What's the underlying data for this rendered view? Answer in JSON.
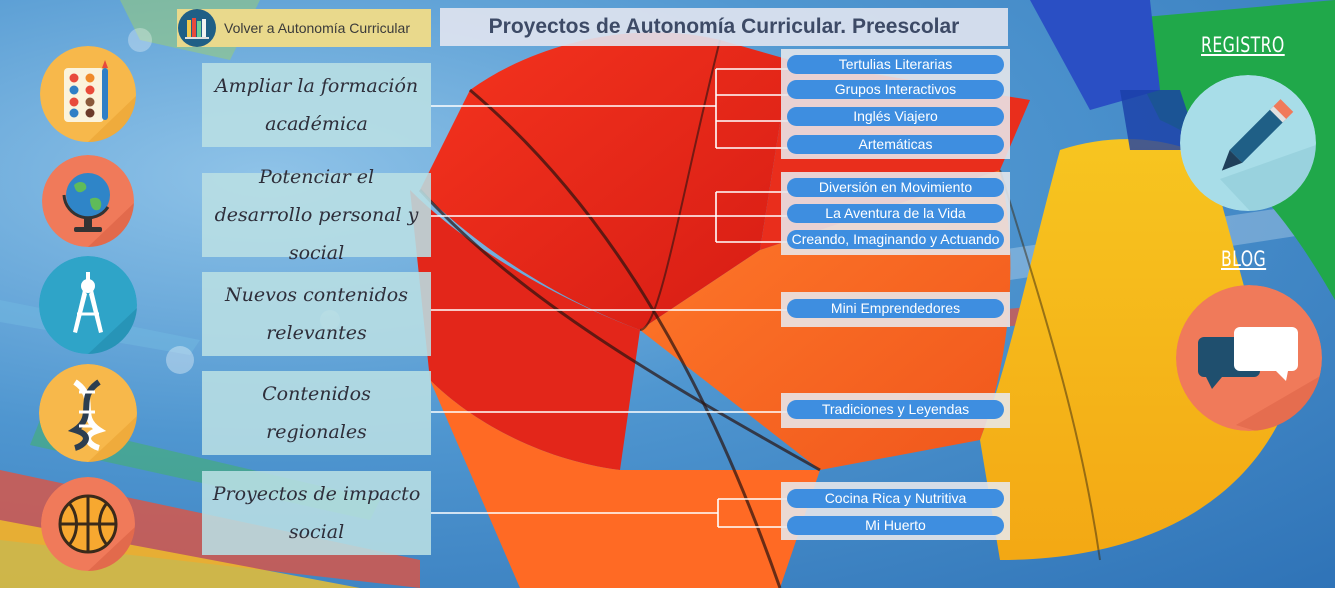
{
  "header": {
    "back_label": "Volver a Autonomía Curricular",
    "title": "Proyectos de Autonomía Curricular. Preescolar"
  },
  "left_icons": [
    "palette-icon",
    "globe-icon",
    "compass-icon",
    "dna-icon",
    "basketball-icon"
  ],
  "categories": [
    {
      "label": "Ampliar la formación académica"
    },
    {
      "label": "Potenciar el desarrollo personal y social"
    },
    {
      "label": "Nuevos contenidos relevantes"
    },
    {
      "label": "Contenidos regionales"
    },
    {
      "label": "Proyectos de impacto social"
    }
  ],
  "projects": [
    [
      "Tertulias Literarias",
      "Grupos Interactivos",
      "Inglés Viajero",
      "Artemáticas"
    ],
    [
      "Diversión en Movimiento",
      "La Aventura de la Vida",
      "Creando, Imaginando y Actuando"
    ],
    [
      "Mini Emprendedores"
    ],
    [
      "Tradiciones y Leyendas"
    ],
    [
      "Cocina Rica y Nutritiva",
      "Mi Huerto"
    ]
  ],
  "sidebar": {
    "registro_label": "REGISTRO",
    "blog_label": "BLOG"
  },
  "colors": {
    "pill": "#3e8ee0",
    "category_box": "#b9dfe4",
    "back_button": "#e9d98c",
    "title_text": "#3d4a66"
  }
}
